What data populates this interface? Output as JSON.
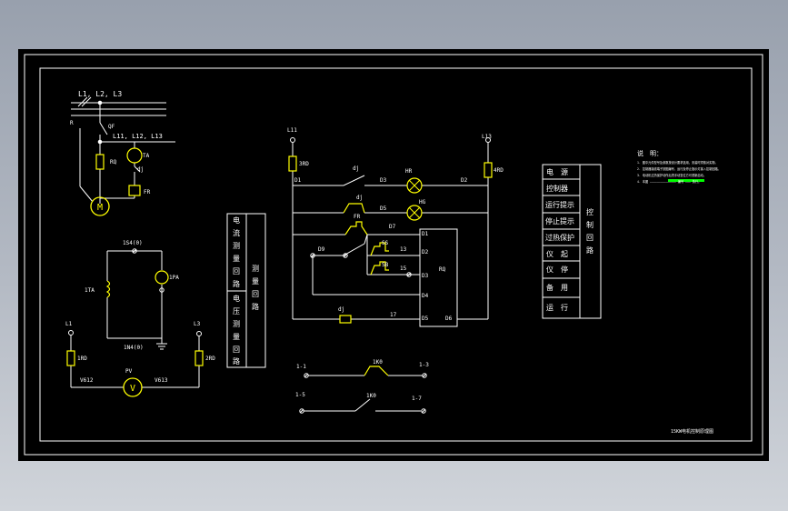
{
  "colors": {
    "background": "#000000",
    "line": "#ffffff",
    "component": "#ffff00",
    "node": "#ffffff",
    "terminal_ring": "#ffffff",
    "lamp": "#ffff00",
    "note_highlight": "#00ff00"
  },
  "power_circuit": {
    "bus_label": "L1, L2, L3",
    "breaker_label": "QF",
    "branch_label": "L11, L12, L13",
    "left_label": "R",
    "fuse_label": "RQ",
    "ct_label": "TA",
    "ammeter_label": "dj",
    "relay_label": "FR",
    "motor_label": "M"
  },
  "current_circuit": {
    "top_label": "1S4(0)",
    "coil_label": "1TA",
    "meter_label": "1PA",
    "bottom_label": "1N4(0)"
  },
  "voltage_circuit": {
    "left_phase": "L1",
    "right_phase": "L3",
    "left_fuse": "1RD",
    "right_fuse": "2RD",
    "left_wire": "V612",
    "right_wire": "V613",
    "meter_label": "PV",
    "meter_symbol": "V"
  },
  "measure_table": {
    "col1": [
      "电",
      "流",
      "测",
      "量",
      "回",
      "路",
      "电",
      "压",
      "测",
      "量",
      "回",
      "路"
    ],
    "col2": [
      "测",
      "量",
      "回",
      "路"
    ]
  },
  "control_circuit": {
    "left_node": "L11",
    "right_node": "L13",
    "left_fuse": "3RD",
    "right_fuse": "4RD",
    "rung1_contact": "dj",
    "rung1_wire_left": "D1",
    "rung1_wire": "D3",
    "lamp1": "HR",
    "rung1_wire_right": "D2",
    "rung2_contact": "dj",
    "rung2_wire": "D5",
    "lamp2": "HG",
    "rung3_contact": "FR",
    "rung3_wire": "D7",
    "rung4_wire": "D9",
    "switch1": "SS",
    "switch2": "SB",
    "wire13": "13",
    "wire15": "15",
    "ctrl_box": "RQ",
    "box_pins_left": [
      "D1",
      "D2",
      "D3",
      "D4",
      "D5"
    ],
    "box_pin_right": "D6",
    "coil_label": "dj",
    "coil_wire": "17"
  },
  "aux_contacts": {
    "r1_left": "1-1",
    "r1_mid": "1K0",
    "r1_right": "1-3",
    "r2_left": "1-5",
    "r2_mid": "1K0",
    "r2_right": "1-7"
  },
  "control_table": {
    "rows": [
      "电　源",
      "控制器",
      "运行提示",
      "停止提示",
      "过热保护",
      "仪　起",
      "仪　停",
      "备　用",
      "运　行"
    ],
    "side": [
      "控",
      "制",
      "回",
      "路"
    ]
  },
  "notes": {
    "heading": "说　明：",
    "lines": [
      "1. 图中元件型号及参数按设计要求选用，安装时须核对实物。",
      "2. 控制器接线端子按图编号，运行及停止指示灯接入控制回路。",
      "3. 电动机过热保护动作后须手动复位方可重新启动。",
      "4. 本图 ——————————————— 编号 ——— 执行。"
    ]
  },
  "title_block": "15KW电机控制原理图"
}
